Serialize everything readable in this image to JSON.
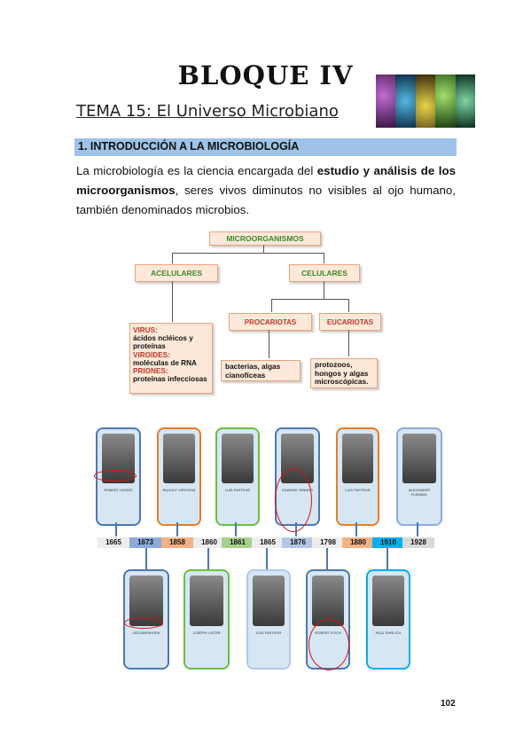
{
  "header": {
    "title": "BLOQUE IV",
    "tema": "TEMA 15: El Universo Microbiano"
  },
  "section": {
    "heading": "1. INTRODUCCIÓN A LA MICROBIOLOGÍA",
    "p_1": "La microbiología es la ciencia encargada del ",
    "p_bold": "estudio y análisis de los microorganismos",
    "p_2": ", seres vivos diminutos no visibles al ojo humano, también denominados microbios."
  },
  "concept_map": {
    "root": "MICROORGANISMOS",
    "acelulares": "ACELULARES",
    "celulares": "CELULARES",
    "procariotas": "PROCARIOTAS",
    "eucariotas": "EUCARIOTAS",
    "virus_label": "VIRUS:",
    "virus_text": "ácidos ncléicos y proteínas",
    "viroides_label": "VIROIDES:",
    "viroides_text": "moléculas de RNA",
    "priones_label": "PRIONES:",
    "priones_text": "proteínas infecciosas",
    "procariotas_ex": "bacterias, algas cianofíceas",
    "eucariotas_ex": "protozoos, hongos y algas microscópicas."
  },
  "timeline": {
    "years": [
      "1665",
      "1673",
      "1858",
      "1860",
      "1861",
      "1865",
      "1876",
      "1798",
      "1880",
      "1910",
      "1928"
    ],
    "year_colors": [
      "#ededed",
      "#8eaadb",
      "#f4b183",
      "#ededed",
      "#a9d18e",
      "#ededed",
      "#b4c7e7",
      "#ededed",
      "#f4b183",
      "#00b0f0",
      "#d9d9d9"
    ],
    "top_names": [
      "ROBERT HOOKE",
      "RUDOLF VIRCHOW",
      "LUIS PASTEUR",
      "EDWARD JENNER",
      "LUIS PASTEUR",
      "ALEXANDER FLEMING"
    ],
    "bottom_names": [
      "LEEUWENHOEK",
      "JOSEPH LISTER",
      "LUIS PASTEUR",
      "ROBERT KOCH",
      "PAUL EHRLICH"
    ]
  },
  "page": {
    "number": "102"
  },
  "colors": {
    "section_bg": "#9ec3e6",
    "box_bg": "#fde9d9",
    "box_border": "#e8a47d",
    "green_text": "#3a8a26",
    "red_text": "#c0392b"
  }
}
